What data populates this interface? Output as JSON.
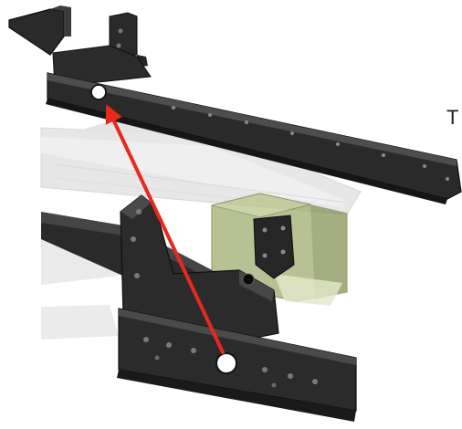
{
  "edge_text": "T",
  "colors": {
    "frame_dark": "#262626",
    "frame_edge": "#0f0f0f",
    "frame_highlight": "#4a4a4a",
    "ghost_frame": "#c9c9c9",
    "green_box": "#9aa866",
    "arrow": "#e8281c"
  },
  "components": {
    "upper_rail": "upper-mounting-rail",
    "lower_rail": "lower-chassis-rail",
    "bracket": "vertical-mounting-bracket",
    "ghost_frame": "semi-transparent-chassis",
    "box": "green-translucent-box",
    "arrow": "alignment-arrow"
  }
}
